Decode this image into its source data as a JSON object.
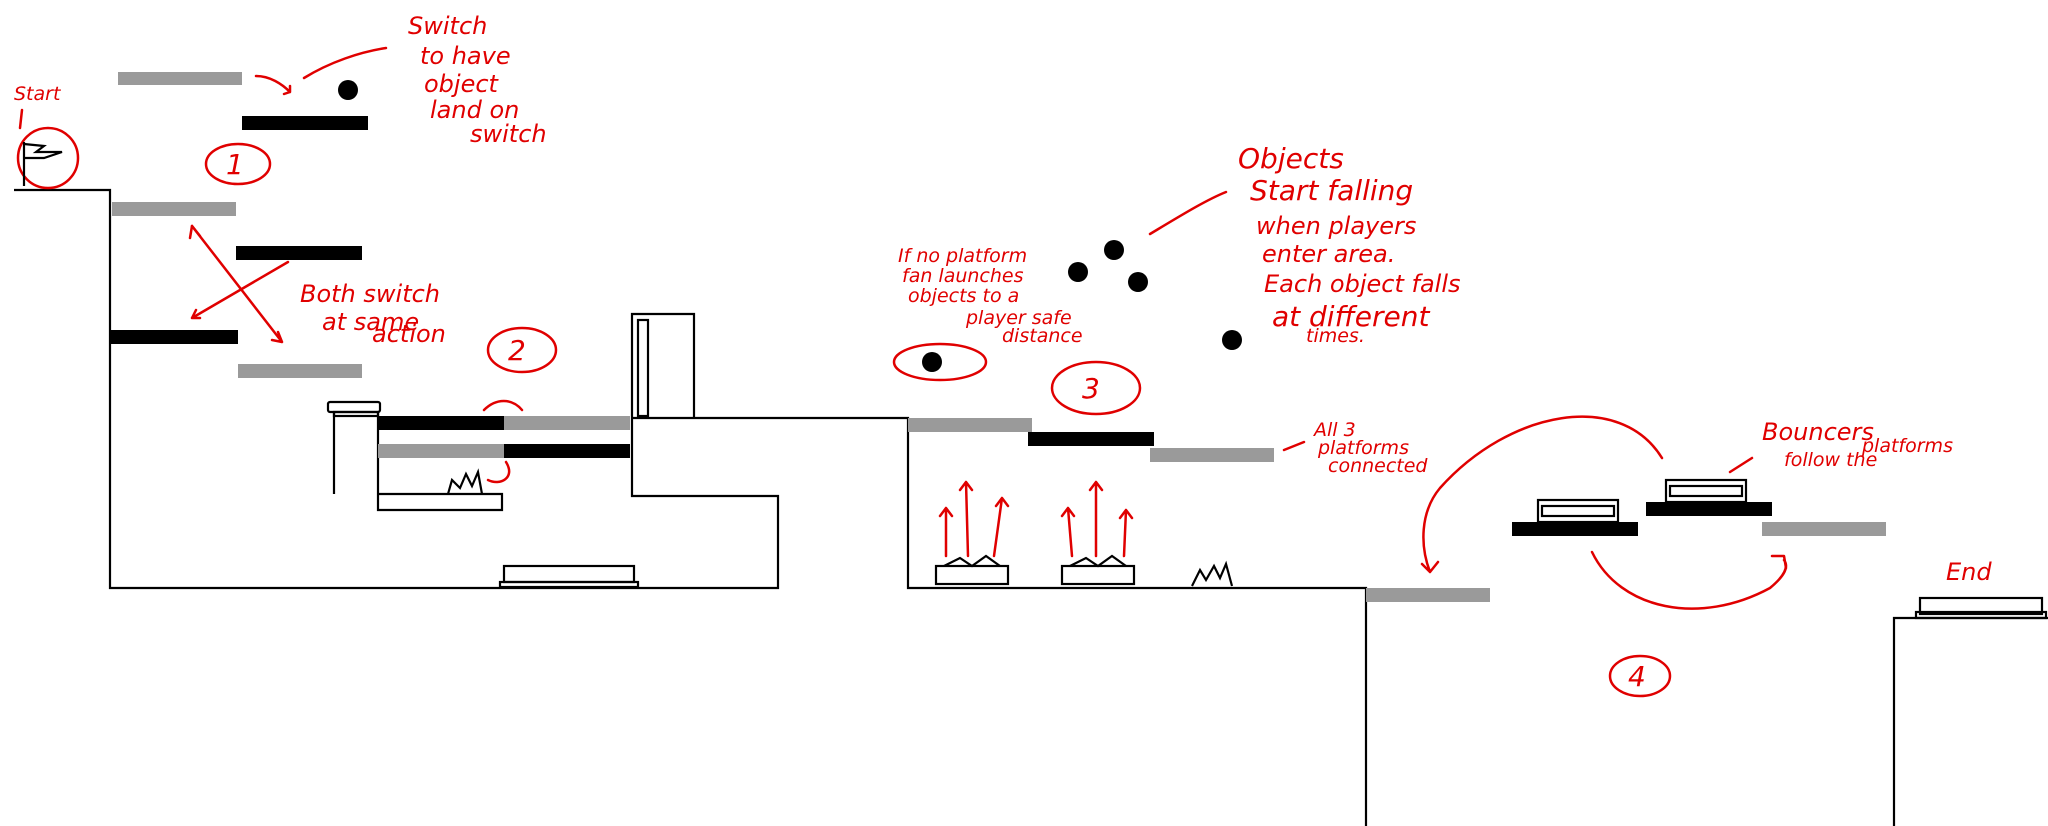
{
  "annotations": {
    "start": "Start",
    "switch_note_1": "Switch",
    "switch_note_2": "to have",
    "switch_note_3": "object",
    "switch_note_4": "land on",
    "switch_note_5": "switch",
    "both_switch_1": "Both switch",
    "both_switch_2": "at same",
    "both_switch_3": "action",
    "objects_1": "Objects",
    "objects_2": "Start falling",
    "objects_3": "when players",
    "objects_4": "enter area.",
    "objects_5": "Each object falls",
    "objects_6": "at different",
    "objects_7": "times.",
    "no_platform_1": "If no platform",
    "no_platform_2": "fan launches",
    "no_platform_3": "objects to a",
    "no_platform_4": "player safe",
    "no_platform_5": "distance",
    "all3_1": "All 3",
    "all3_2": "platforms",
    "all3_3": "connected",
    "bouncers_1": "Bouncers",
    "bouncers_2": "follow the",
    "bouncers_3": "platforms",
    "end": "End"
  },
  "section_numbers": [
    "1",
    "2",
    "3",
    "4"
  ]
}
